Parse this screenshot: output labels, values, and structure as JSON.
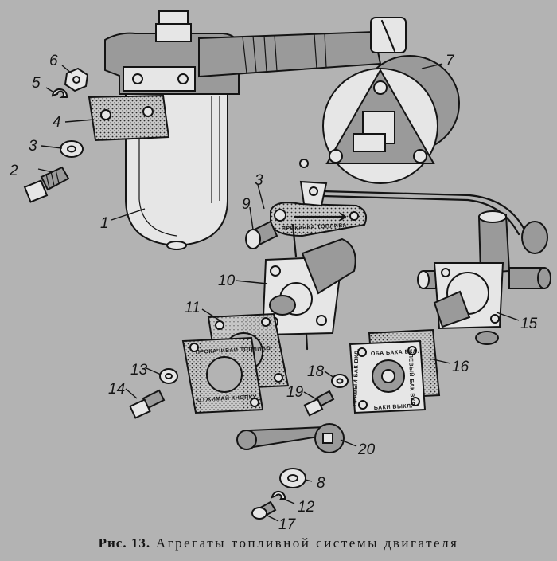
{
  "figure": {
    "caption_prefix": "Рис. 13.",
    "caption_text": "Агрегаты топливной системы двигателя",
    "labels": [
      "1",
      "2",
      "3",
      "3",
      "4",
      "5",
      "6",
      "7",
      "8",
      "9",
      "10",
      "11",
      "12",
      "13",
      "14",
      "15",
      "16",
      "17",
      "18",
      "19",
      "20"
    ],
    "plate_texts": {
      "lever_plate": "ПРОКАЧКА ТОПЛИВА",
      "gasket_top": "ПРОКАЧИВАЙ ТОПЛИВО",
      "gasket_bottom": "ОТЖИМАЙ КНОПКУ",
      "valve_plate_left": "ПРАВЫЙ БАК ВКЛ.",
      "valve_plate_top": "ОБА БАКА ВКЛ.",
      "valve_plate_right": "ЛЕВЫЙ БАК ВКЛ.",
      "valve_plate_bottom": "БАКИ ВЫКЛ."
    }
  }
}
